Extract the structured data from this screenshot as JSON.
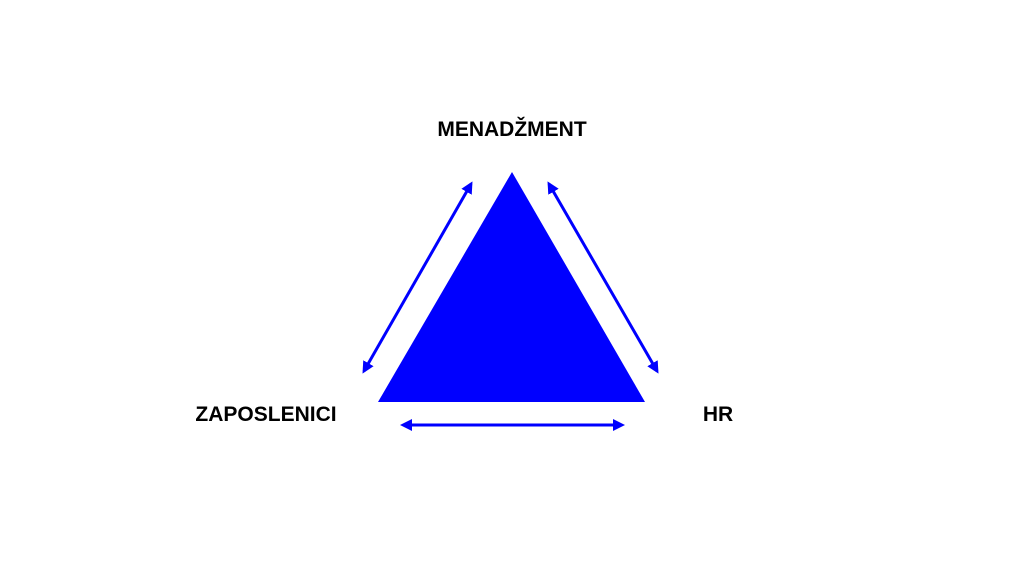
{
  "labels": {
    "top": "MENADŽMENT",
    "left": "ZAPOSLENICI",
    "right": "HR"
  },
  "colors": {
    "shape": "#0000ff",
    "text": "#000000"
  }
}
